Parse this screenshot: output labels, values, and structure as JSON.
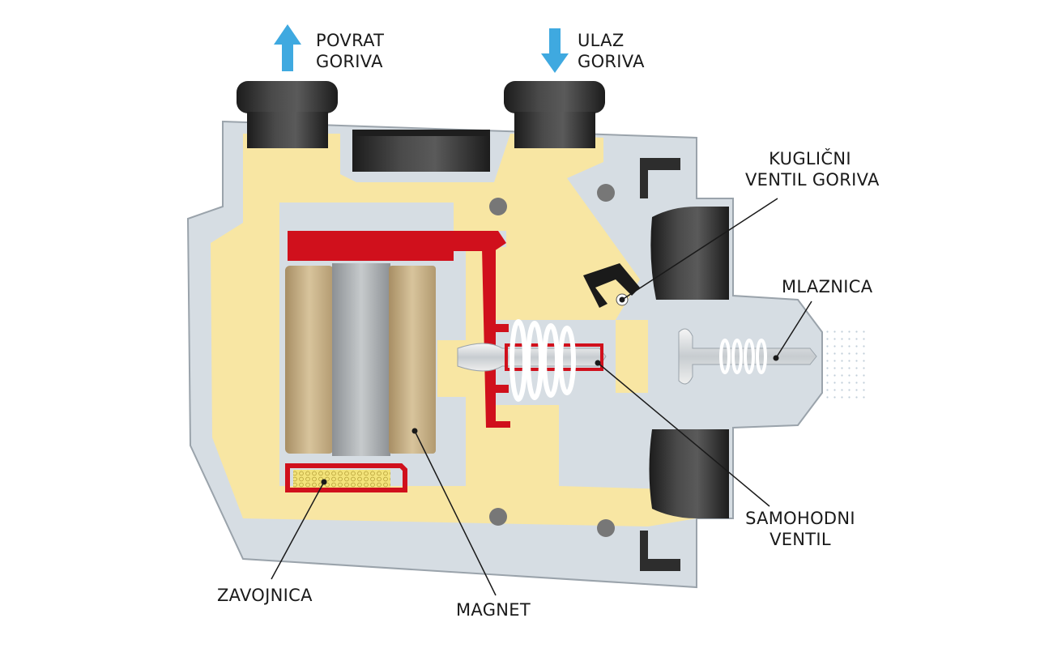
{
  "labels": {
    "return_fuel": {
      "line1": "POVRAT",
      "line2": "GORIVA"
    },
    "fuel_inlet": {
      "line1": "ULAZ",
      "line2": "GORIVA"
    },
    "ball_valve": {
      "line1": "KUGLIČNI",
      "line2": "VENTIL GORIVA"
    },
    "nozzle": {
      "text": "MLAZNICA"
    },
    "self_valve": {
      "line1": "SAMOHODNI",
      "line2": "VENTIL"
    },
    "coil": {
      "text": "ZAVOJNICA"
    },
    "magnet": {
      "text": "MAGNET"
    }
  },
  "colors": {
    "housing": "#d6dde3",
    "housing_edge": "#9aa3ab",
    "fuel": "#f8e6a3",
    "seal_red": "#d0101c",
    "arrow_blue": "#3fa9e0",
    "rubber_dark": "#2d2d2d",
    "magnet_tan": "#c8b48c",
    "magnet_core": "#a9aeb1"
  },
  "icons": [
    "up-arrow-icon",
    "down-arrow-icon"
  ]
}
